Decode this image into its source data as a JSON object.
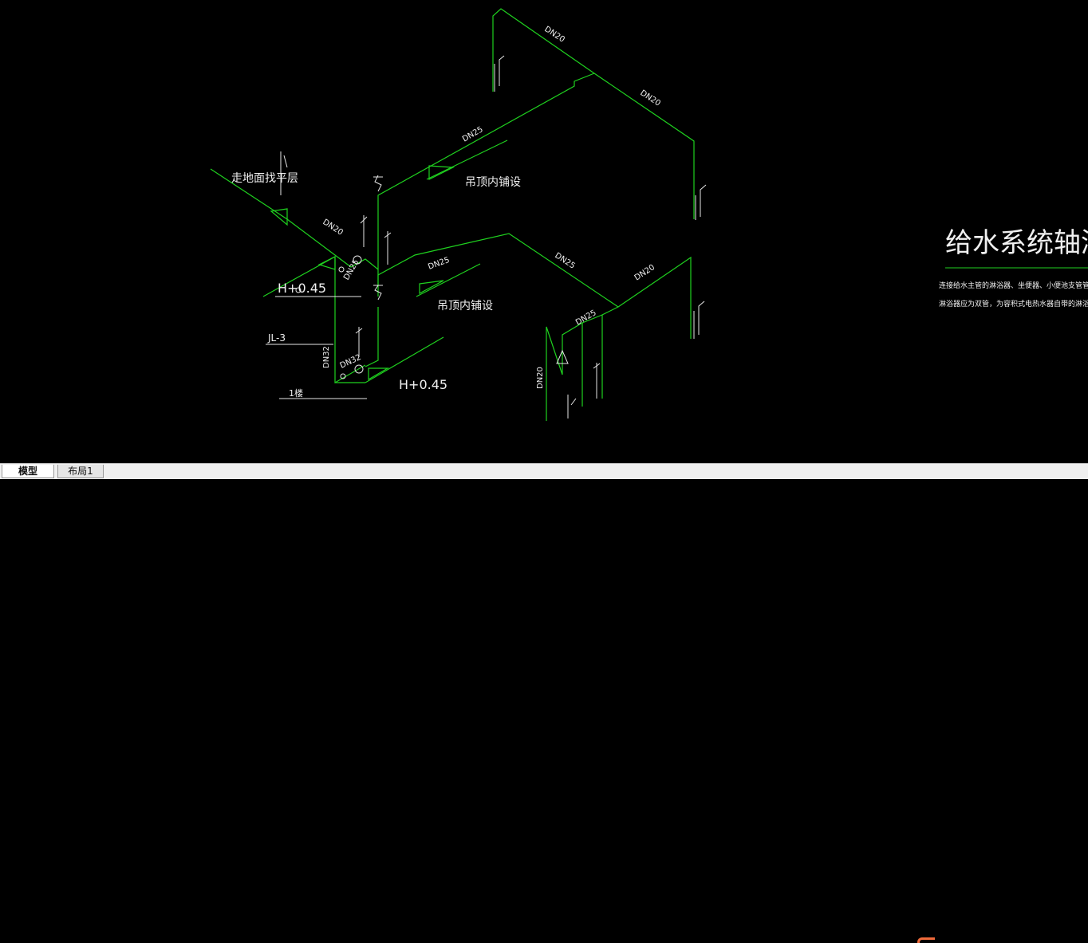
{
  "drawing": {
    "title": "给水系统轴测图",
    "notes": [
      "连接给水主管的淋浴器、坐便器、小便池支管管",
      "淋浴器应为双管，为容积式电热水器自带的淋浴"
    ],
    "labels": {
      "dn20_top_left": "DN20",
      "dn20_top_right": "DN20",
      "dn25_upper": "DN25",
      "ceiling_upper": "吊顶内铺设",
      "floor_note": "走地面找平层",
      "dn20_left": "DN20",
      "dn25_left_upper": "DN25",
      "h_upper": "H+0.45",
      "dn25_mid": "DN25",
      "dn25_mid_right": "DN25",
      "dn20_mid_right": "DN20",
      "ceiling_lower": "吊顶内铺设",
      "dn25_lower_right": "DN25",
      "dn20_vertical": "DN20",
      "jl3": "JL-3",
      "dn32_vertical": "DN32",
      "dn32_small": "DN32",
      "h_lower": "H+0.45",
      "floor1": "1楼"
    }
  },
  "tabs": {
    "model": "模型",
    "layout1": "布局1"
  },
  "colors": {
    "background": "#000000",
    "pipe": "#1fd11f",
    "text": "#f0f0f0",
    "tabbar": "#f0f0f0"
  }
}
